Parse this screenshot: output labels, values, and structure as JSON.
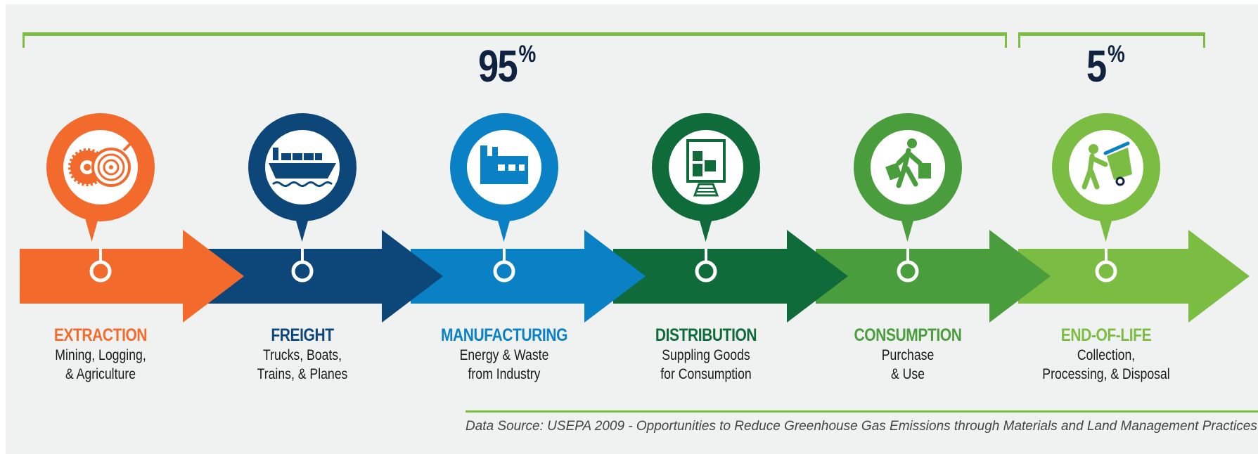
{
  "brackets": [
    {
      "label": "95",
      "unit": "%"
    },
    {
      "label": "5",
      "unit": "%"
    }
  ],
  "stages": [
    {
      "title": "EXTRACTION",
      "desc": "Mining, Logging,\n& Agriculture",
      "color": "#f26a2c",
      "icon": "log-saw-icon"
    },
    {
      "title": "FREIGHT",
      "desc": "Trucks, Boats,\nTrains, & Planes",
      "color": "#0d4678",
      "icon": "cargo-ship-icon"
    },
    {
      "title": "MANUFACTURING",
      "desc": "Energy & Waste\nfrom Industry",
      "color": "#0a81c4",
      "icon": "factory-icon"
    },
    {
      "title": "DISTRIBUTION",
      "desc": "Suppling Goods\nfor Consumption",
      "color": "#0f6b39",
      "icon": "conveyor-boxes-icon"
    },
    {
      "title": "CONSUMPTION",
      "desc": "Purchase\n& Use",
      "color": "#4a9d3d",
      "icon": "shopper-bags-icon"
    },
    {
      "title": "END-OF-LIFE",
      "desc": "Collection,\nProcessing, & Disposal",
      "color": "#7bbc43",
      "icon": "waste-bin-icon"
    }
  ],
  "source": "Data Source: USEPA 2009 - Opportunities to Reduce Greenhouse Gas Emissions through Materials and Land Management Practices",
  "colors": {
    "bracket": "#7dbe42",
    "percent": "#0f2240",
    "background": "#f0f1f1"
  }
}
